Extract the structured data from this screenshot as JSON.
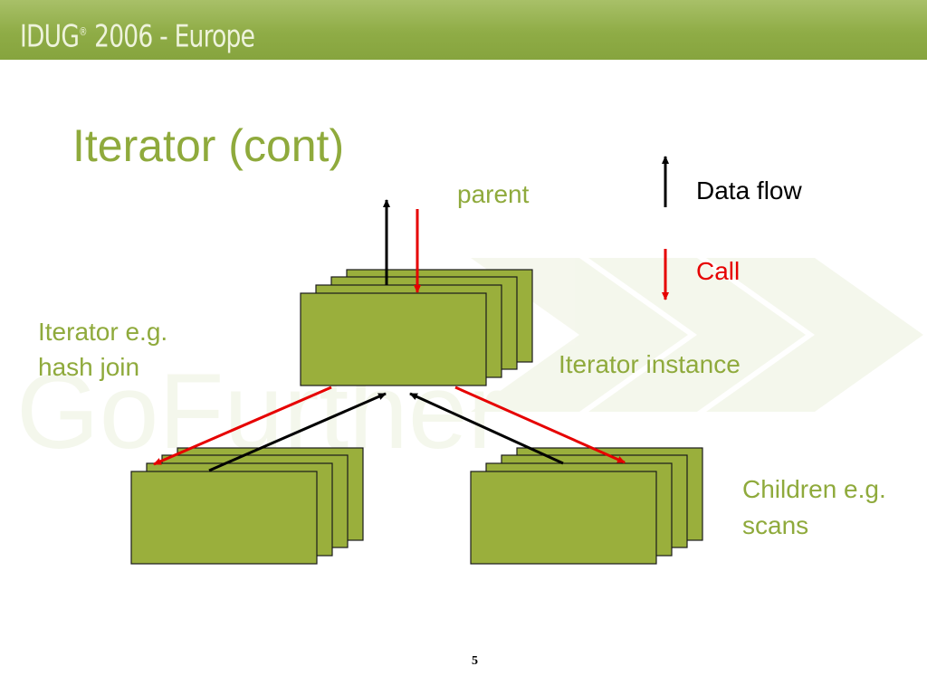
{
  "header": {
    "brand": "IDUG",
    "registered": "®",
    "event": "2006 - Europe"
  },
  "watermark": {
    "text": "GoFurther"
  },
  "slide": {
    "title": "Iterator (cont)",
    "page_number": "5"
  },
  "legend": {
    "data_flow_label": "Data flow",
    "call_label": "Call",
    "data_flow_color": "#000000",
    "call_color": "#e60000"
  },
  "diagram": {
    "parent_label": "parent",
    "iterator_label_line1": "Iterator e.g.",
    "iterator_label_line2": "hash join",
    "instance_label": "Iterator instance",
    "children_label_line1": "Children e.g.",
    "children_label_line2": "scans",
    "box_fill": "#9aaf3c",
    "box_stroke": "#1a1a1a"
  }
}
